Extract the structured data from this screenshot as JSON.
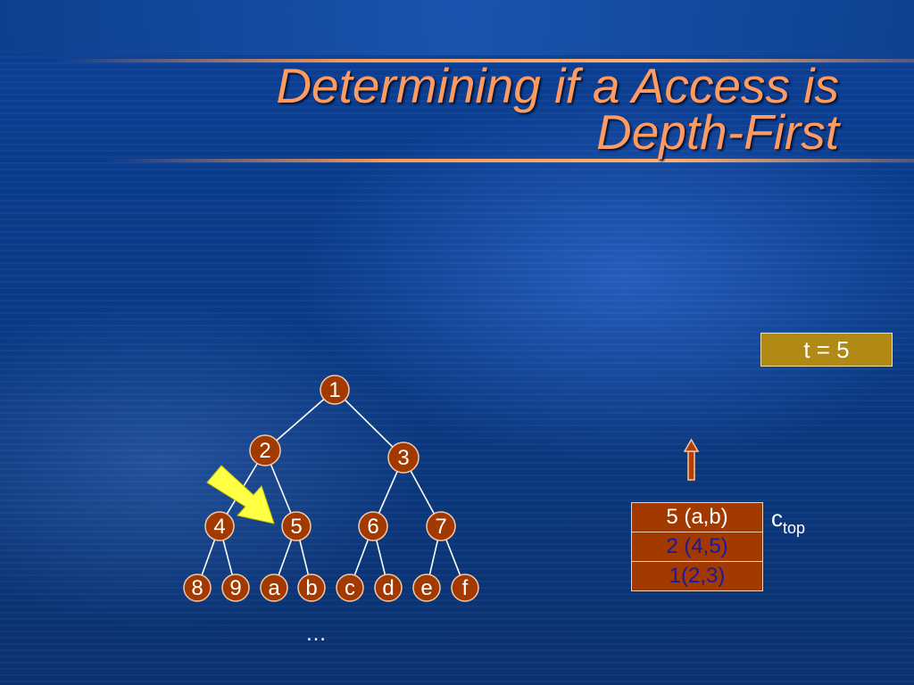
{
  "slide": {
    "title_line1": "Determining if a Access is",
    "title_line2": "Depth-First",
    "time_label": "t = 5",
    "ellipsis": "…",
    "stack_pointer_label": "c",
    "stack_pointer_sub": "top"
  },
  "tree": {
    "nodes": [
      "1",
      "2",
      "3",
      "4",
      "5",
      "6",
      "7",
      "8",
      "9",
      "a",
      "b",
      "c",
      "d",
      "e",
      "f"
    ],
    "edges": [
      [
        "1",
        "2"
      ],
      [
        "1",
        "3"
      ],
      [
        "2",
        "4"
      ],
      [
        "2",
        "5"
      ],
      [
        "3",
        "6"
      ],
      [
        "3",
        "7"
      ],
      [
        "4",
        "8"
      ],
      [
        "4",
        "9"
      ],
      [
        "5",
        "a"
      ],
      [
        "5",
        "b"
      ],
      [
        "6",
        "c"
      ],
      [
        "6",
        "d"
      ],
      [
        "7",
        "e"
      ],
      [
        "7",
        "f"
      ]
    ],
    "highlight_arrow_target": "5"
  },
  "stack": {
    "rows": [
      "5 (a,b)",
      "2 (4,5)",
      "1(2,3)"
    ]
  },
  "colors": {
    "node_fill": "#a23a00",
    "node_stroke": "#f2c9a8",
    "arrow_fill": "#ffff44",
    "title": "#ff9a60",
    "time_box": "#b08a14",
    "stack_top_text": "#ffffff",
    "stack_sub_text": "#1a1aa0"
  }
}
